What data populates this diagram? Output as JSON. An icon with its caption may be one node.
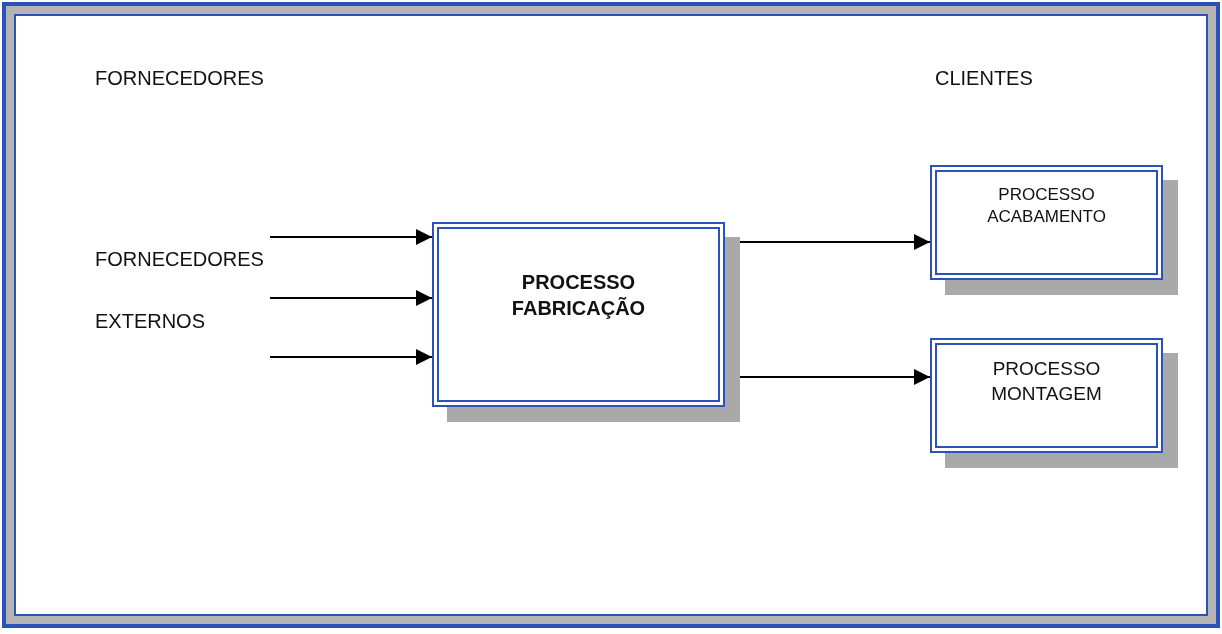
{
  "diagram": {
    "nodes": [
      {
        "text": [
          "FORNECEDORES EXTERNOS"
        ]
      },
      {
        "text": [
          "PROCESSO FABRICAÇÃO"
        ]
      },
      {
        "text": [
          "PROCESSO ACABAMENTO"
        ]
      },
      {
        "text": [
          "PROCESSO MONTAGEM"
        ]
      }
    ],
    "edges": [
      {
        "from": 0,
        "to": 1,
        "arrow": "to"
      },
      {
        "from": 0,
        "to": 1,
        "arrow": "to"
      },
      {
        "from": 0,
        "to": 1,
        "arrow": "to"
      },
      {
        "from": 1,
        "to": 2,
        "arrow": "to"
      },
      {
        "from": 1,
        "to": 3,
        "arrow": "to"
      }
    ],
    "labels": [
      "FORNECEDORES",
      "CLIENTES"
    ]
  }
}
